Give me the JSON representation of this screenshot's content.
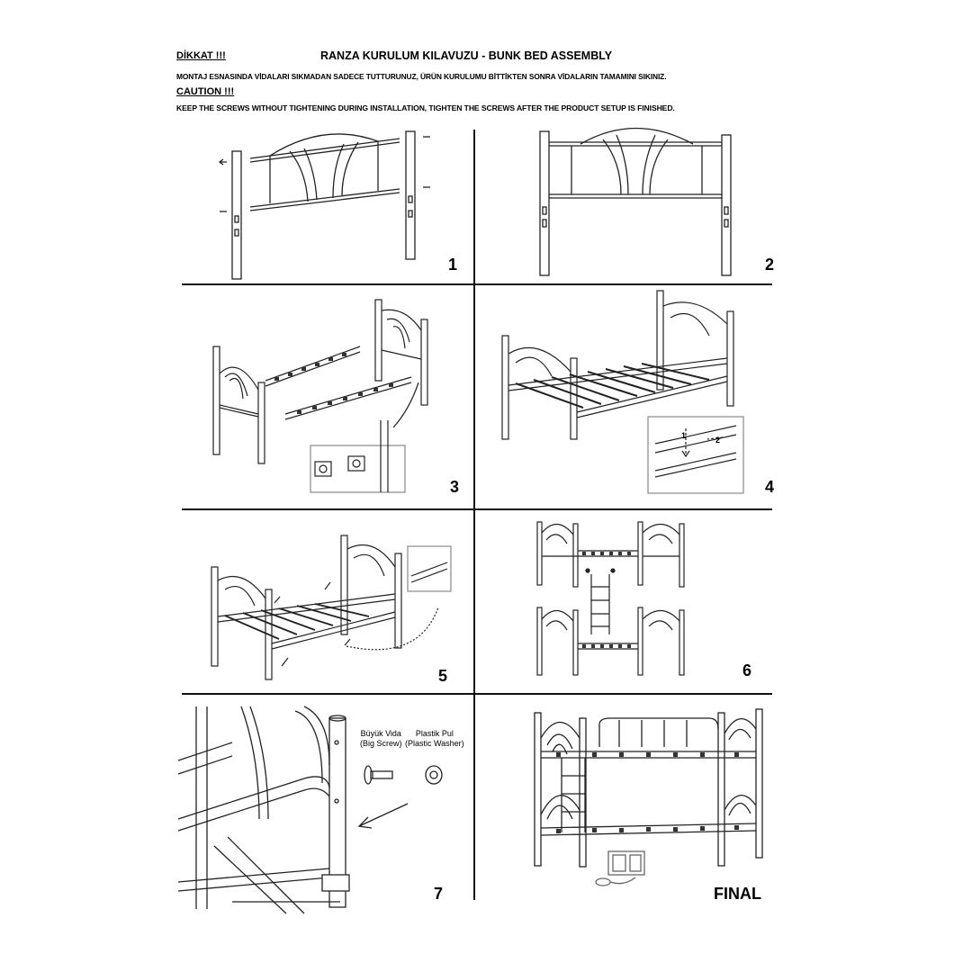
{
  "header": {
    "warning_tr_label": "DİKKAT !!!",
    "title": "RANZA KURULUM KILAVUZU - BUNK BED ASSEMBLY",
    "warning_tr_text": "MONTAJ ESNASINDA VİDALARI SIKMADAN SADECE TUTTURUNUZ, ÜRÜN KURULUMU BİTTİKTEN SONRA VİDALARIN TAMAMINI SIKINIZ.",
    "caution_label": "CAUTION !!!",
    "caution_text": "KEEP THE SCREWS WITHOUT TIGHTENING DURING INSTALLATION, TIGHTEN THE SCREWS AFTER THE PRODUCT SETUP IS FINISHED."
  },
  "steps": [
    {
      "number": "1"
    },
    {
      "number": "2"
    },
    {
      "number": "3"
    },
    {
      "number": "4"
    },
    {
      "number": "5"
    },
    {
      "number": "6"
    },
    {
      "number": "7"
    },
    {
      "number": "FINAL"
    }
  ],
  "step4_callouts": {
    "arrow_1": "1",
    "arrow_2": "2"
  },
  "parts": {
    "big_screw_tr": "Büyük Vida",
    "big_screw_en": "(Big Screw)",
    "plastic_washer_tr": "Plastik Pul",
    "plastic_washer_en": "(Plastic Washer)"
  }
}
